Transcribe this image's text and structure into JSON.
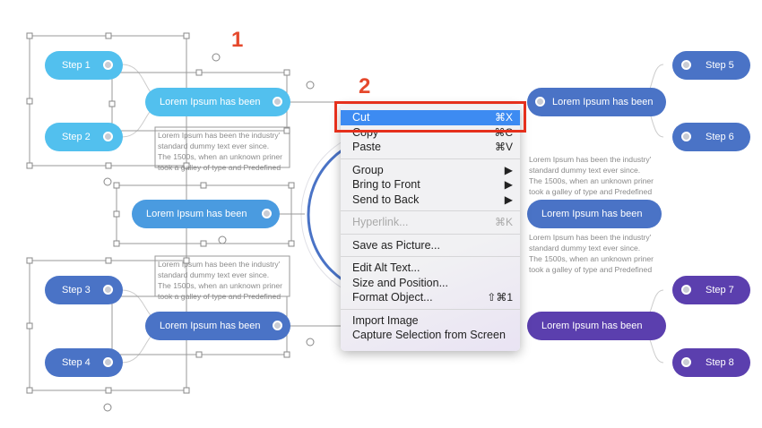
{
  "annotations": {
    "label1": "1",
    "label2": "2"
  },
  "steps": [
    "Step 1",
    "Step 2",
    "Step 3",
    "Step 4",
    "Step 5",
    "Step 6",
    "Step 7",
    "Step 8"
  ],
  "topics": [
    "Lorem Ipsum has been",
    "Lorem Ipsum has been",
    "Lorem Ipsum has been",
    "Lorem Ipsum has been",
    "Lorem Ipsum has been",
    "Lorem Ipsum has been"
  ],
  "description": [
    "Lorem Ipsum has been the industry'",
    "standard dummy text ever since.",
    "The 1500s, when an unknown priner",
    "took a galley of type and Predefined"
  ],
  "colors": {
    "light_blue": "#52c0ee",
    "mid_blue": "#4a9be0",
    "blue": "#4a73c6",
    "purple": "#5b3fae",
    "highlight": "#3d8bf2",
    "annotation_red": "#e5301c"
  },
  "context_menu": {
    "items": [
      {
        "label": "Cut",
        "shortcut": "⌘X",
        "highlighted": true
      },
      {
        "label": "Copy",
        "shortcut": "⌘C"
      },
      {
        "label": "Paste",
        "shortcut": "⌘V"
      },
      {
        "label": "Group",
        "submenu": "▶"
      },
      {
        "label": "Bring to Front",
        "submenu": "▶"
      },
      {
        "label": "Send to Back",
        "submenu": "▶"
      },
      {
        "label": "Hyperlink...",
        "shortcut": "⌘K",
        "disabled": true
      },
      {
        "label": "Save as Picture..."
      },
      {
        "label": "Edit Alt Text..."
      },
      {
        "label": "Size and Position..."
      },
      {
        "label": "Format Object...",
        "shortcut": "⇧⌘1"
      },
      {
        "label": "Import Image"
      },
      {
        "label": "Capture Selection from Screen"
      }
    ]
  }
}
